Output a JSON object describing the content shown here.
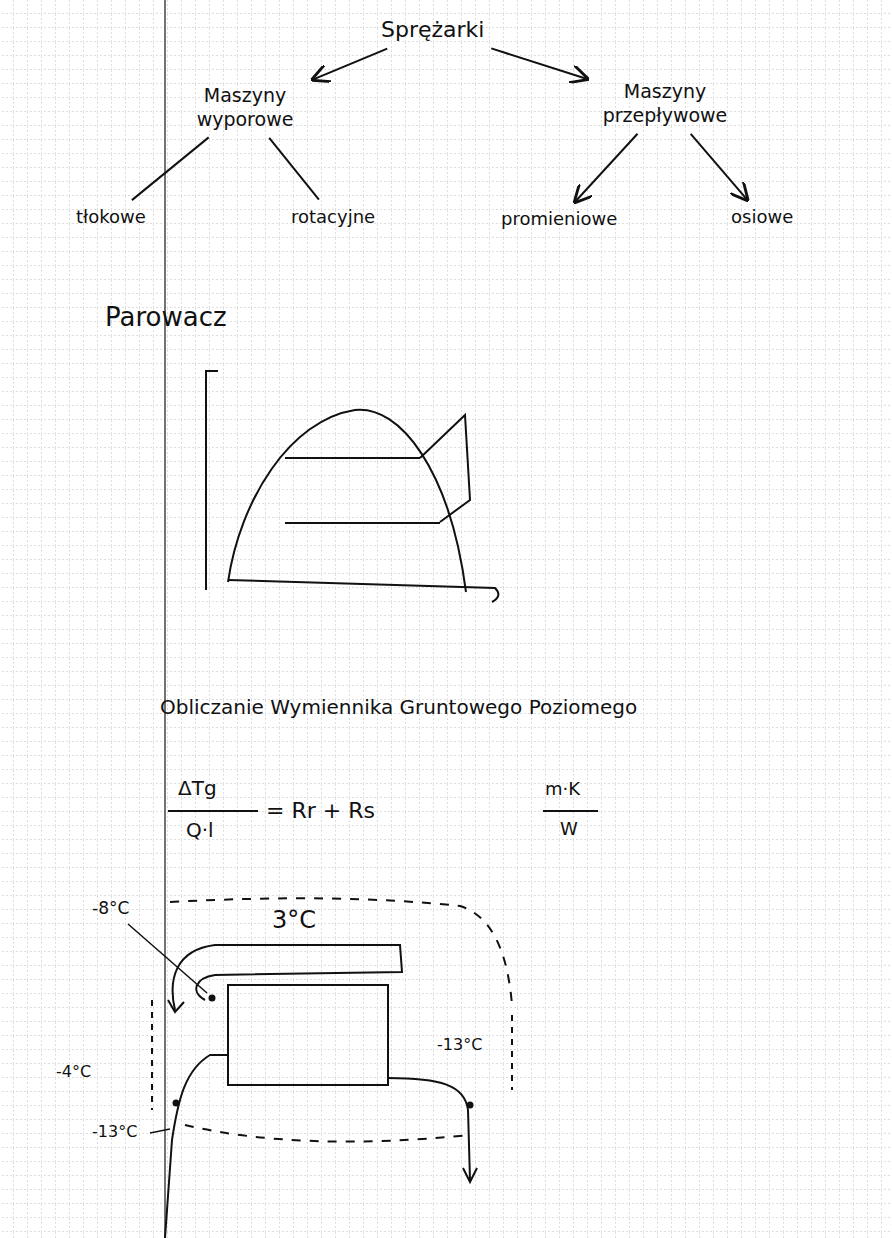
{
  "diagram": {
    "nodes": [
      {
        "text": [
          "Sprężarki"
        ]
      },
      {
        "text": [
          "Maszyny wyporowe"
        ]
      },
      {
        "text": [
          "Maszyny przepływowe"
        ]
      },
      {
        "text": [
          "tłokowe"
        ]
      },
      {
        "text": [
          "rotacyjne"
        ]
      },
      {
        "text": [
          "promieniowe"
        ]
      },
      {
        "text": [
          "osiowe"
        ]
      }
    ],
    "edges": [
      {
        "from": 0,
        "to": 1,
        "arrow": "to"
      },
      {
        "from": 0,
        "to": 2,
        "arrow": "to"
      },
      {
        "from": 1,
        "to": 3,
        "arrow": "none"
      },
      {
        "from": 1,
        "to": 4,
        "arrow": "none"
      },
      {
        "from": 2,
        "to": 5,
        "arrow": "to"
      },
      {
        "from": 2,
        "to": 6,
        "arrow": "to"
      }
    ],
    "labels": [
      "Parowacz",
      "Obliczanie Wymiennika Gruntowego Poziomego",
      "ΔTg",
      "Q·l",
      "= Rr + Rs",
      "m·K",
      "W",
      "-8°C",
      "3°C",
      "-4°C",
      "-13°C",
      "-13°C"
    ]
  }
}
